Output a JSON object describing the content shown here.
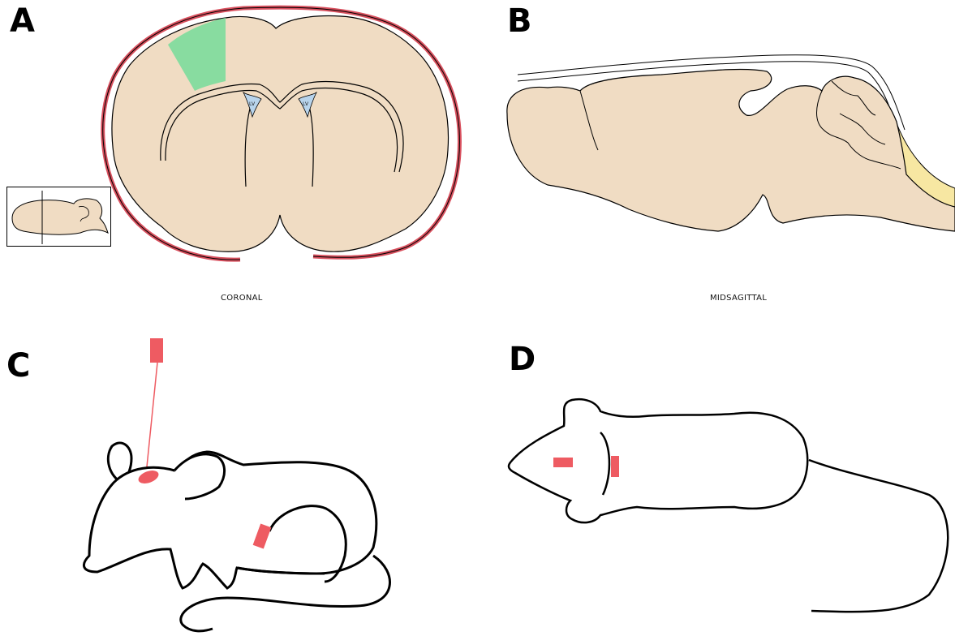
{
  "panels": {
    "a": {
      "letter": "A",
      "view_label": "CORONAL",
      "ventricle_label": "LV"
    },
    "b": {
      "letter": "B",
      "view_label": "MIDSAGITTAL"
    },
    "c": {
      "letter": "C"
    },
    "d": {
      "letter": "D"
    }
  },
  "colors": {
    "brain_tissue": "#f0dcc3",
    "highlight_green": "#88dca0",
    "ventricle_blue": "#b8d4ec",
    "meninges_red": "#d8505e",
    "yellow_region": "#f7e7a2",
    "marker_red": "#ee5b62",
    "outline": "#000000"
  }
}
